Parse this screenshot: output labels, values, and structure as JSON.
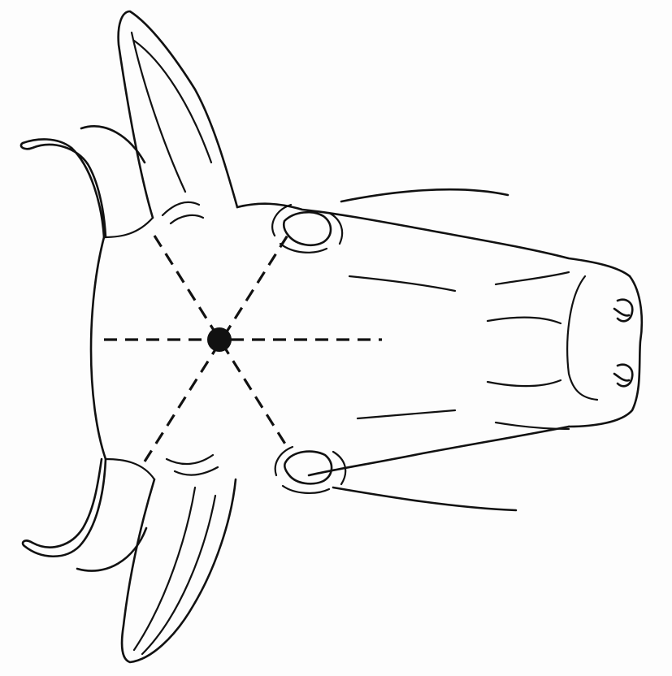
{
  "figure": {
    "subject": "cow-head-top-view",
    "colors": {
      "background": "#fdfdfd",
      "line": "#111111",
      "target_point": "#111111"
    },
    "guide_lines": [
      "upper-left-to-lower-right",
      "lower-left-to-upper-right",
      "horizontal-midline"
    ],
    "marker": "target-point"
  }
}
